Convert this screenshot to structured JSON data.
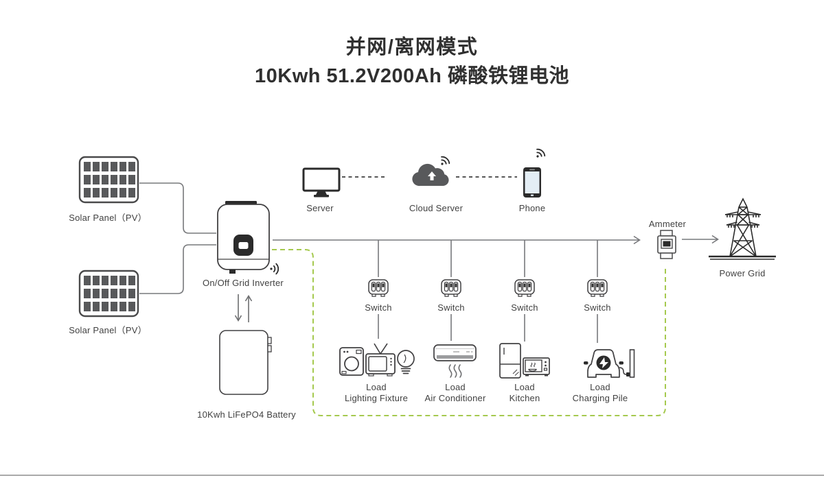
{
  "title": {
    "line1": "并网/离网模式",
    "line2": "10Kwh 51.2V200Ah 磷酸铁锂电池"
  },
  "nodes": {
    "solar_panel_1": {
      "label": "Solar Panel（PV）"
    },
    "solar_panel_2": {
      "label": "Solar Panel（PV）"
    },
    "inverter": {
      "label": "On/Off Grid Inverter"
    },
    "battery": {
      "label": "10Kwh LiFePO4 Battery"
    },
    "server": {
      "label": "Server"
    },
    "cloud_server": {
      "label": "Cloud Server"
    },
    "phone": {
      "label": "Phone"
    },
    "ammeter": {
      "label": "Ammeter"
    },
    "power_grid": {
      "label": "Power Grid"
    },
    "switches": [
      {
        "label": "Switch"
      },
      {
        "label": "Switch"
      },
      {
        "label": "Switch"
      },
      {
        "label": "Switch"
      }
    ],
    "loads": [
      {
        "line1": "Load",
        "line2": "Lighting Fixture"
      },
      {
        "line1": "Load",
        "line2": "Air Conditioner"
      },
      {
        "line1": "Load",
        "line2": "Kitchen"
      },
      {
        "line1": "Load",
        "line2": "Charging Pile"
      }
    ]
  },
  "icons": [
    "solar-panel-icon",
    "inverter-icon",
    "wifi-icon",
    "battery-icon",
    "monitor-icon",
    "cloud-upload-icon",
    "smartphone-icon",
    "ammeter-icon",
    "power-tower-icon",
    "breaker-switch-icon",
    "washing-machine-icon",
    "tv-icon",
    "light-bulb-icon",
    "air-conditioner-icon",
    "fridge-icon",
    "microwave-icon",
    "ev-car-icon",
    "charging-pile-icon"
  ],
  "colors": {
    "accent_green": "#a5c94e",
    "wire_gray": "#77787b",
    "icon_stroke": "#414042",
    "icon_dark_fill": "#58595b",
    "text": "#414141",
    "screen_blue": "#e4eef5"
  }
}
